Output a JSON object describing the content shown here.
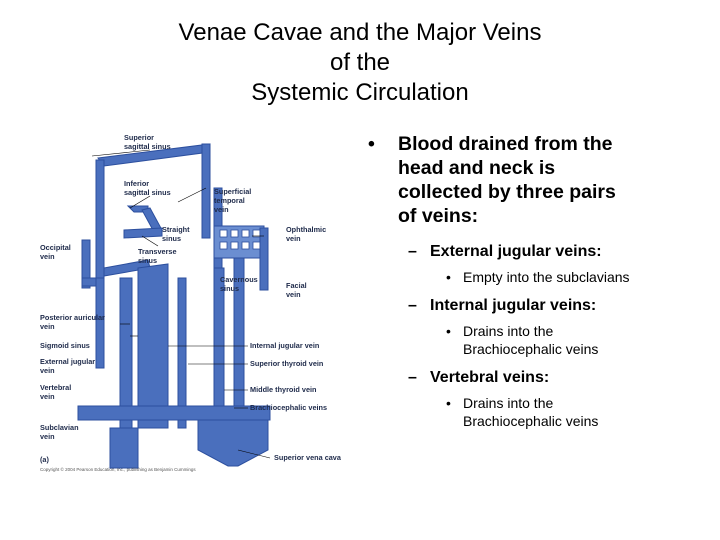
{
  "title_lines": [
    "Venae Cavae and the Major Veins",
    "of the",
    "Systemic Circulation"
  ],
  "figure": {
    "labels": {
      "superior_sagittal_sinus": [
        "Superior",
        "sagittal sinus"
      ],
      "inferior_sagittal_sinus": [
        "Inferior",
        "sagittal sinus"
      ],
      "straight_sinus": [
        "Straight",
        "sinus"
      ],
      "transverse_sinus": [
        "Transverse",
        "sinus"
      ],
      "occipital_vein": [
        "Occipital",
        "vein"
      ],
      "superficial_temporal_vein": [
        "Superficial",
        "temporal",
        "vein"
      ],
      "ophthalmic_vein": [
        "Ophthalmic",
        "vein"
      ],
      "cavernous_sinus": [
        "Cavernous",
        "sinus"
      ],
      "facial_vein": [
        "Facial",
        "vein"
      ],
      "posterior_auricular_vein": [
        "Posterior auricular",
        "vein"
      ],
      "sigmoid_sinus": [
        "Sigmoid sinus"
      ],
      "external_jugular_vein": [
        "External jugular",
        "vein"
      ],
      "vertebral_vein": [
        "Vertebral",
        "vein"
      ],
      "subclavian_vein": [
        "Subclavian",
        "vein"
      ],
      "internal_jugular_vein": [
        "Internal jugular vein"
      ],
      "superior_thyroid_vein": [
        "Superior thyroid vein"
      ],
      "middle_thyroid_vein": [
        "Middle thyroid vein"
      ],
      "brachiocephalic_veins": [
        "Brachiocephalic veins"
      ],
      "superior_vena_cava": [
        "Superior vena cava"
      ],
      "panel_letter": [
        "(a)"
      ]
    },
    "copyright": "Copyright © 2004 Pearson Education, Inc., publishing as Benjamin Cummings"
  },
  "bullets": {
    "main": [
      "Blood drained from the",
      "head and neck is",
      "collected by three pairs",
      "of veins:"
    ],
    "sub1": "External jugular veins:",
    "sub1_detail": [
      "Empty into the subclavians"
    ],
    "sub2": "Internal jugular veins:",
    "sub2_detail": [
      "Drains into the",
      "Brachiocephalic veins"
    ],
    "sub3": "Vertebral veins:",
    "sub3_detail": [
      "Drains into the",
      "Brachiocephalic veins"
    ]
  },
  "colors": {
    "vein_fill": "#4a6fbd",
    "vein_dark": "#2c4f9e",
    "label_text": "#1e2a4a"
  }
}
